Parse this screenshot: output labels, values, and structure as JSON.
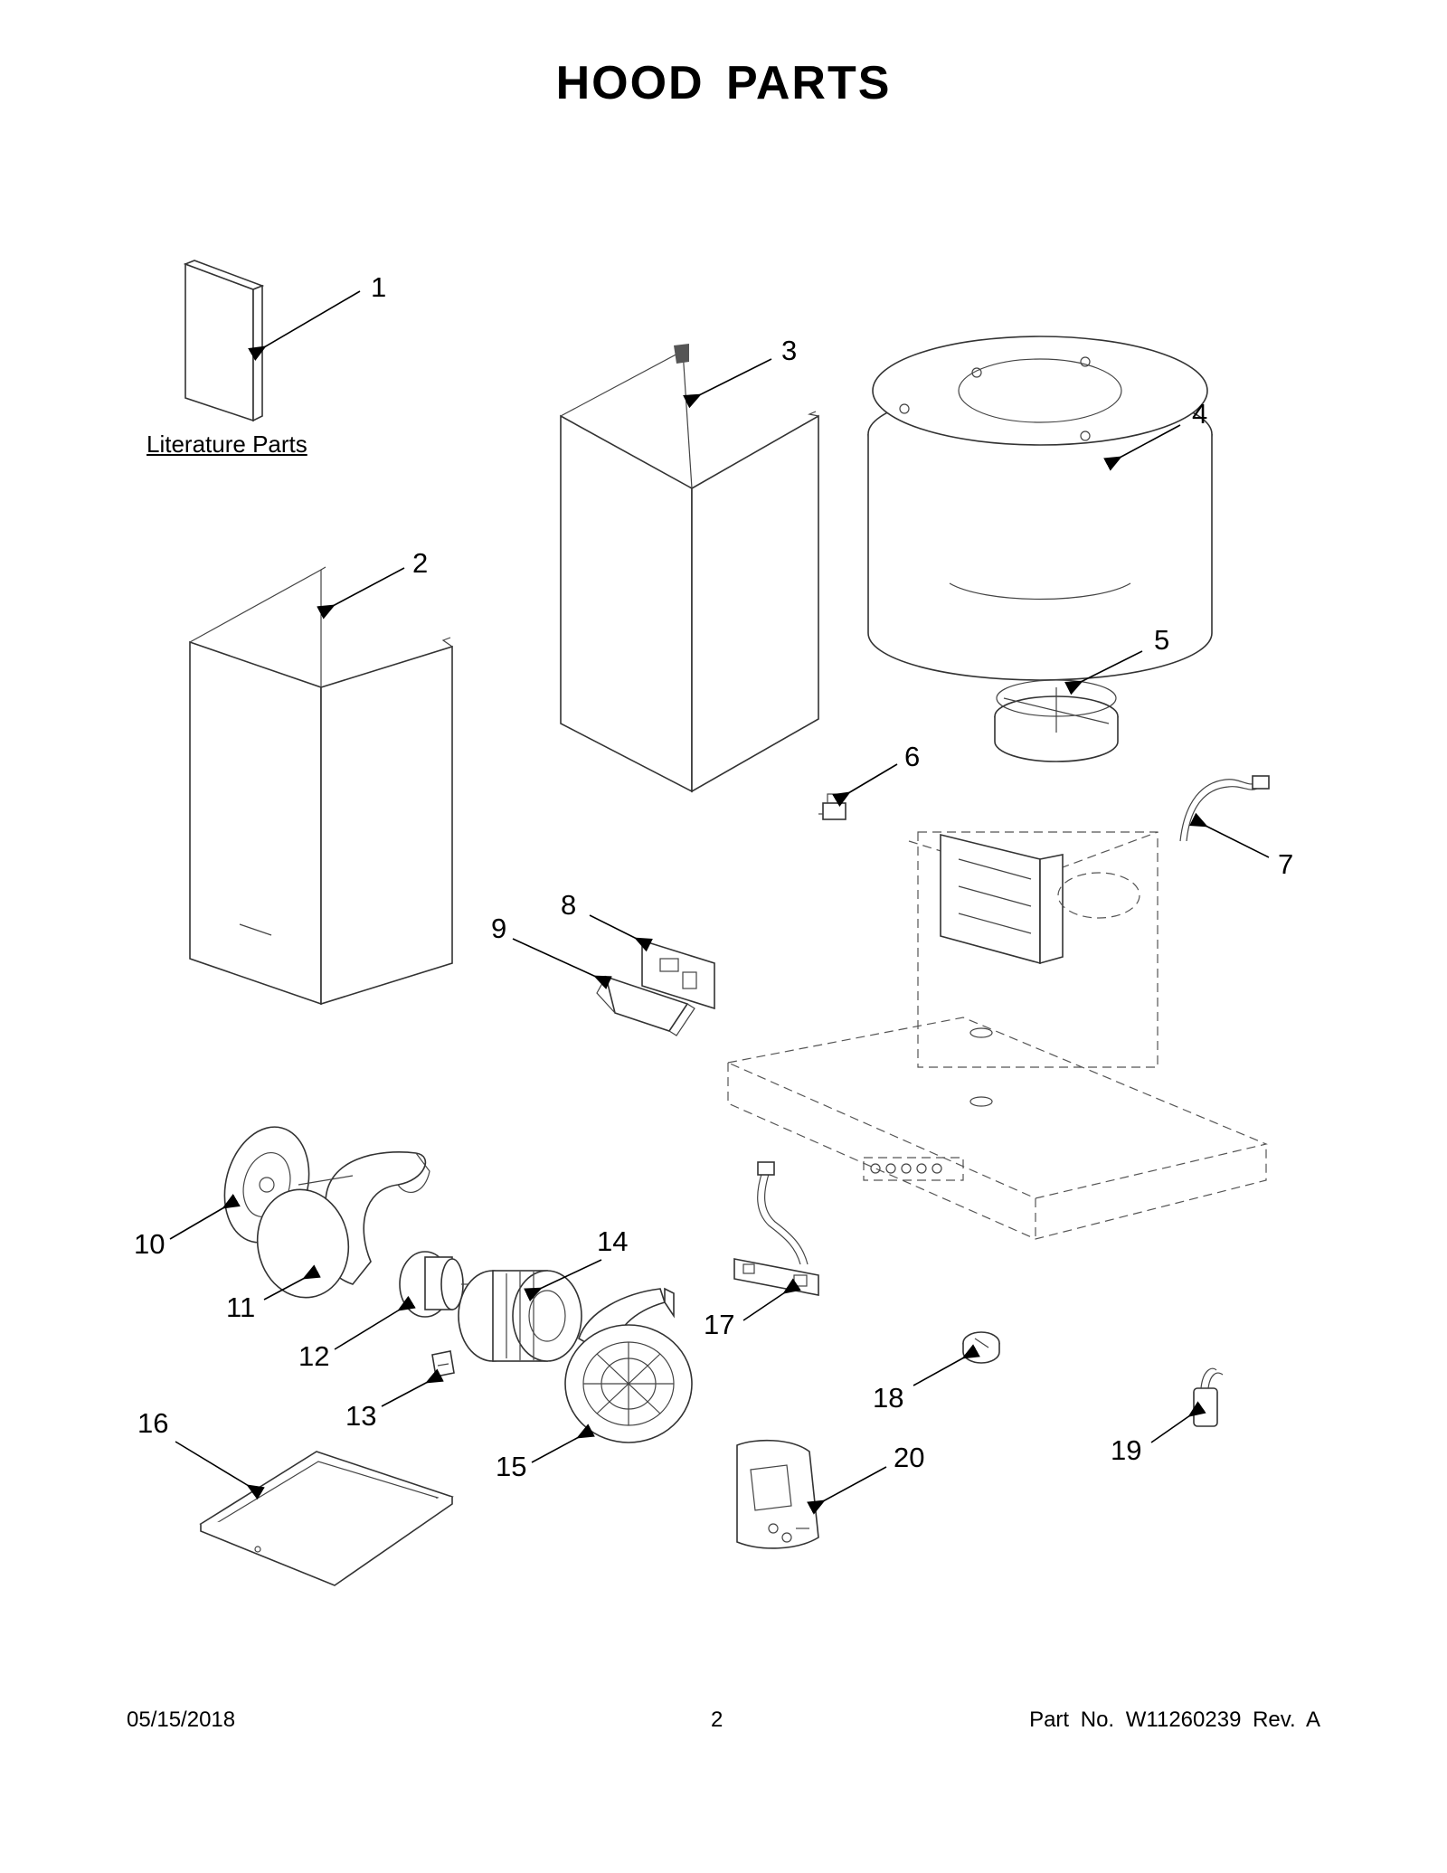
{
  "title": "HOOD PARTS",
  "literature_label": "Literature Parts",
  "callouts": [
    "1",
    "2",
    "3",
    "4",
    "5",
    "6",
    "7",
    "8",
    "9",
    "10",
    "11",
    "12",
    "13",
    "14",
    "15",
    "16",
    "17",
    "18",
    "19",
    "20"
  ],
  "footer": {
    "date": "05/15/2018",
    "page": "2",
    "part_number": "Part No.  W11260239  Rev.  A"
  }
}
